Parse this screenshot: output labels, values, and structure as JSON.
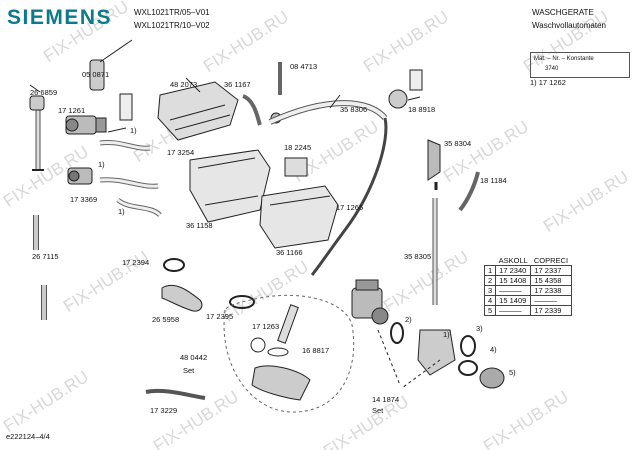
{
  "header": {
    "brand": "SIEMENS",
    "model1": "WXL1021TR/05–V01",
    "model2": "WXL1021TR/10–V02",
    "category1": "WASCHGERATE",
    "category2": "Waschvollautomaten"
  },
  "konstante": {
    "line1": "Mat. – Nr. – Konstante",
    "line2": "3740"
  },
  "note": "1)  17 1262",
  "watermark": "FIX-HUB.RU",
  "part_labels": [
    "05 0871",
    "26 6859",
    "17 1261",
    "1)",
    "1)",
    "17 3369",
    "1)",
    "26 7115",
    "48 2073",
    "36 1167",
    "17 3254",
    "08 4713",
    "35 8306",
    "18 8918",
    "18 2245",
    "35 8304",
    "18 1184",
    "36 1158",
    "36 1166",
    "17 1265",
    "35 8305",
    "17 2394",
    "26 5958",
    "17 2395",
    "17 1263",
    "16 8817",
    "48 0442",
    "Set",
    "2)",
    "1)",
    "3)",
    "4)",
    "5)",
    "14 1874",
    "Set",
    "17 3229"
  ],
  "table": {
    "headers": [
      "ASKOLL",
      "COPRECI"
    ],
    "rows": [
      [
        "1",
        "17 2340",
        "17 2337"
      ],
      [
        "2",
        "15 1408",
        "15 4358"
      ],
      [
        "3",
        "———",
        "17 2338"
      ],
      [
        "4",
        "15 1409",
        "———"
      ],
      [
        "5",
        "———",
        "17 2339"
      ]
    ]
  },
  "footer": "e222124–4/4"
}
